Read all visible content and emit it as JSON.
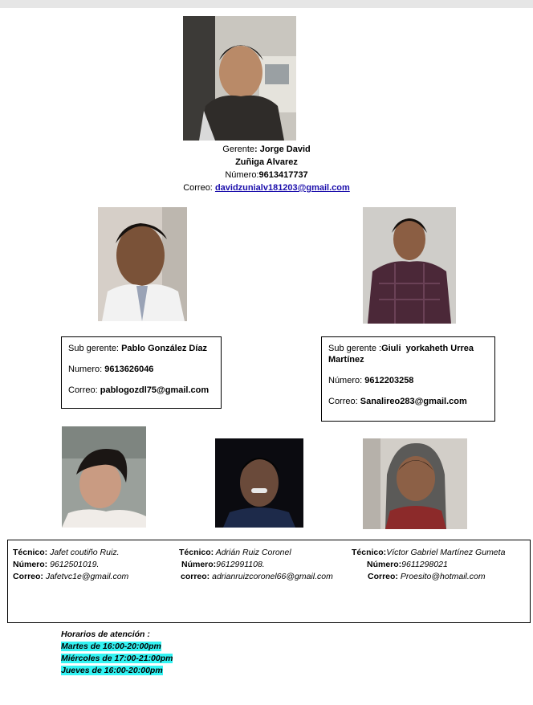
{
  "manager": {
    "role_label": "Gerente",
    "name_line1": ": Jorge David",
    "name_line2": "Zuñiga Alvarez",
    "number_label": "Número:",
    "number": "9613417737",
    "email_label": "Correo: ",
    "email": "davidzunialv181203@gmail.com"
  },
  "sub_managers": [
    {
      "role_label": "Sub gerente: ",
      "name": "Pablo González Díaz",
      "number_label": "Numero: ",
      "number": "9613626046",
      "email_label": "Correo: ",
      "email": "pablogozdl75@gmail.com"
    },
    {
      "role_label": "Sub gerente :",
      "name": "Giuli  yorkaheth Urrea Martínez",
      "number_label": "Número: ",
      "number": "9612203258",
      "email_label": "Correo: ",
      "email": "Sanalireo283@gmail.com"
    }
  ],
  "technicians": [
    {
      "role_label": "Técnico:",
      "name": " Jafet coutiño Ruiz.",
      "number_label": "Número:",
      "number": " 9612501019.",
      "email_label": "Correo:",
      "email": " Jafetvc1e@gmail.com"
    },
    {
      "role_label": "Técnico:",
      "name": " Adrián Ruiz Coronel",
      "number_label": "Número:",
      "number": "9612991108.",
      "email_label": "correo:",
      "email": " adrianruizcoronel66@gmail.com"
    },
    {
      "role_label": "Técnico:",
      "name": "Víctor Gabriel Martínez Gumeta",
      "number_label": "Número:",
      "number": "9611298021",
      "email_label": "Correo:",
      "email": " Proesito@hotmail.com"
    }
  ],
  "hours": {
    "title": "Horarios de atención :",
    "lines": [
      "Martes de 16:00-20:00pm",
      "Miércoles de 17:00-21:00pm",
      "Jueves de 16:00-20:00pm"
    ]
  },
  "colors": {
    "highlight": "#33f3f3",
    "link": "#1a0dab"
  },
  "icons": {
    "photos": [
      "person-photo"
    ]
  }
}
